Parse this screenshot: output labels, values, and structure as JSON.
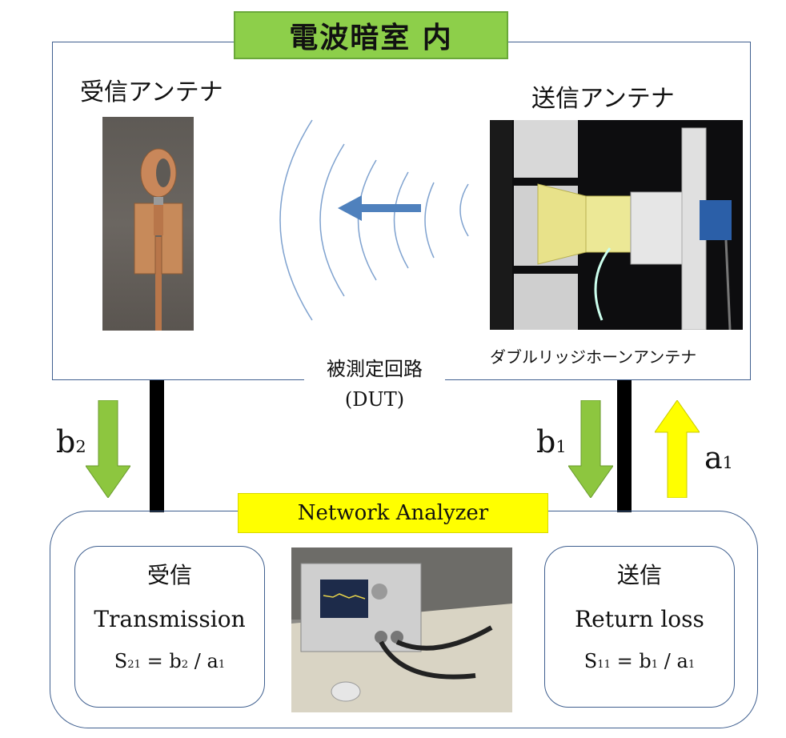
{
  "chamber": {
    "title": "電波暗室 内"
  },
  "receive_antenna": {
    "label": "受信アンテナ"
  },
  "transmit_antenna": {
    "label": "送信アンテナ",
    "caption": "ダブルリッジホーンアンテナ"
  },
  "dut": {
    "line1": "被測定回路",
    "line2": "(DUT)"
  },
  "waves": {
    "b2": "b",
    "b2_sub": "2",
    "b1": "b",
    "b1_sub": "1",
    "a1": "a",
    "a1_sub": "1"
  },
  "network_analyzer": {
    "title": "Network  Analyzer",
    "receive": {
      "title": "受信",
      "name": "Transmission",
      "formula_s": "S",
      "formula_s_sub": "21",
      "formula_rhs_1": "= b",
      "formula_rhs_1_sub": "2",
      "formula_rhs_2": " / a",
      "formula_rhs_2_sub": "1"
    },
    "transmit": {
      "title": "送信",
      "name": "Return loss",
      "formula_s": "S",
      "formula_s_sub": "11",
      "formula_rhs_1": "= b",
      "formula_rhs_1_sub": "1",
      "formula_rhs_2": " / a",
      "formula_rhs_2_sub": "1"
    }
  },
  "colors": {
    "green_arrow": "#8dc63f",
    "yellow_arrow": "#ffff00",
    "wave_blue": "#7fa2cf",
    "arrow_blue": "#4f81bd",
    "chamber_title_bg": "#8dcf4a",
    "na_title_bg": "#ffff00",
    "border": "#3f5f8f"
  }
}
